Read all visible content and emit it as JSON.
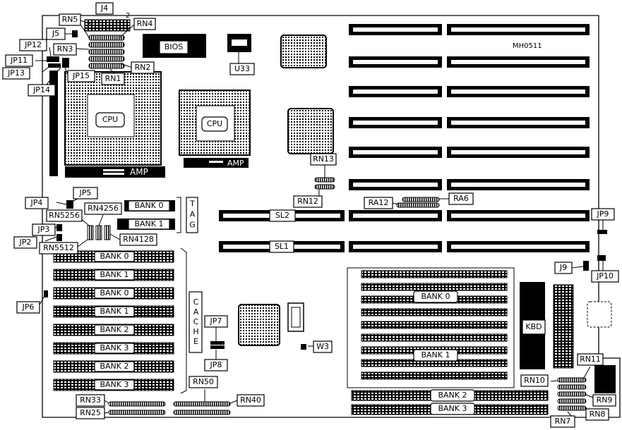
{
  "board_id": "MH0511",
  "labels": {
    "J4": "J4",
    "J4_pin": "2",
    "RN5": "RN5",
    "RN4": "RN4",
    "J5": "J5",
    "RN3": "RN3",
    "RN2": "RN2",
    "RN1": "RN1",
    "JP12": "JP12",
    "JP11": "JP11",
    "JP13": "JP13",
    "JP14": "JP14",
    "JP15": "JP15",
    "BIOS": "BIOS",
    "U33": "U33",
    "CPU1": "CPU",
    "CPU2": "CPU",
    "AMP1": "AMP",
    "AMP2": "AMP",
    "RN13": "RN13",
    "RN12": "RN12",
    "RA12": "RA12",
    "RA6": "RA6",
    "JP4": "JP4",
    "JP5": "JP5",
    "RN5256": "RN5256",
    "RN4256": "RN4256",
    "TAG_BANK0": "BANK 0",
    "TAG_BANK1": "BANK 1",
    "TAG": "TAG",
    "JP3": "JP3",
    "JP2": "JP2",
    "RN5512": "RN5512",
    "RN4128": "RN4128",
    "SL2": "SL2",
    "SL1": "SL1",
    "JP9": "JP9",
    "J9": "J9",
    "JP10": "JP10",
    "C_BANK0a": "BANK 0",
    "C_BANK1a": "BANK 1",
    "C_BANK0b": "BANK 0",
    "C_BANK1b": "BANK 1",
    "C_BANK2a": "BANK 2",
    "C_BANK3a": "BANK 3",
    "C_BANK2b": "BANK 2",
    "C_BANK3b": "BANK 3",
    "CACHE": "CACHE",
    "JP6": "JP6",
    "JP7": "JP7",
    "JP8": "JP8",
    "W3": "W3",
    "RN50": "RN50",
    "RN40": "RN40",
    "RN33": "RN33",
    "RN25": "RN25",
    "S_BANK0": "BANK 0",
    "S_BANK1": "BANK 1",
    "S_BANK2": "BANK 2",
    "S_BANK3": "BANK 3",
    "KBD": "KBD",
    "RN11": "RN11",
    "RN10": "RN10",
    "RN9": "RN9",
    "RN8": "RN8",
    "RN7": "RN7"
  }
}
